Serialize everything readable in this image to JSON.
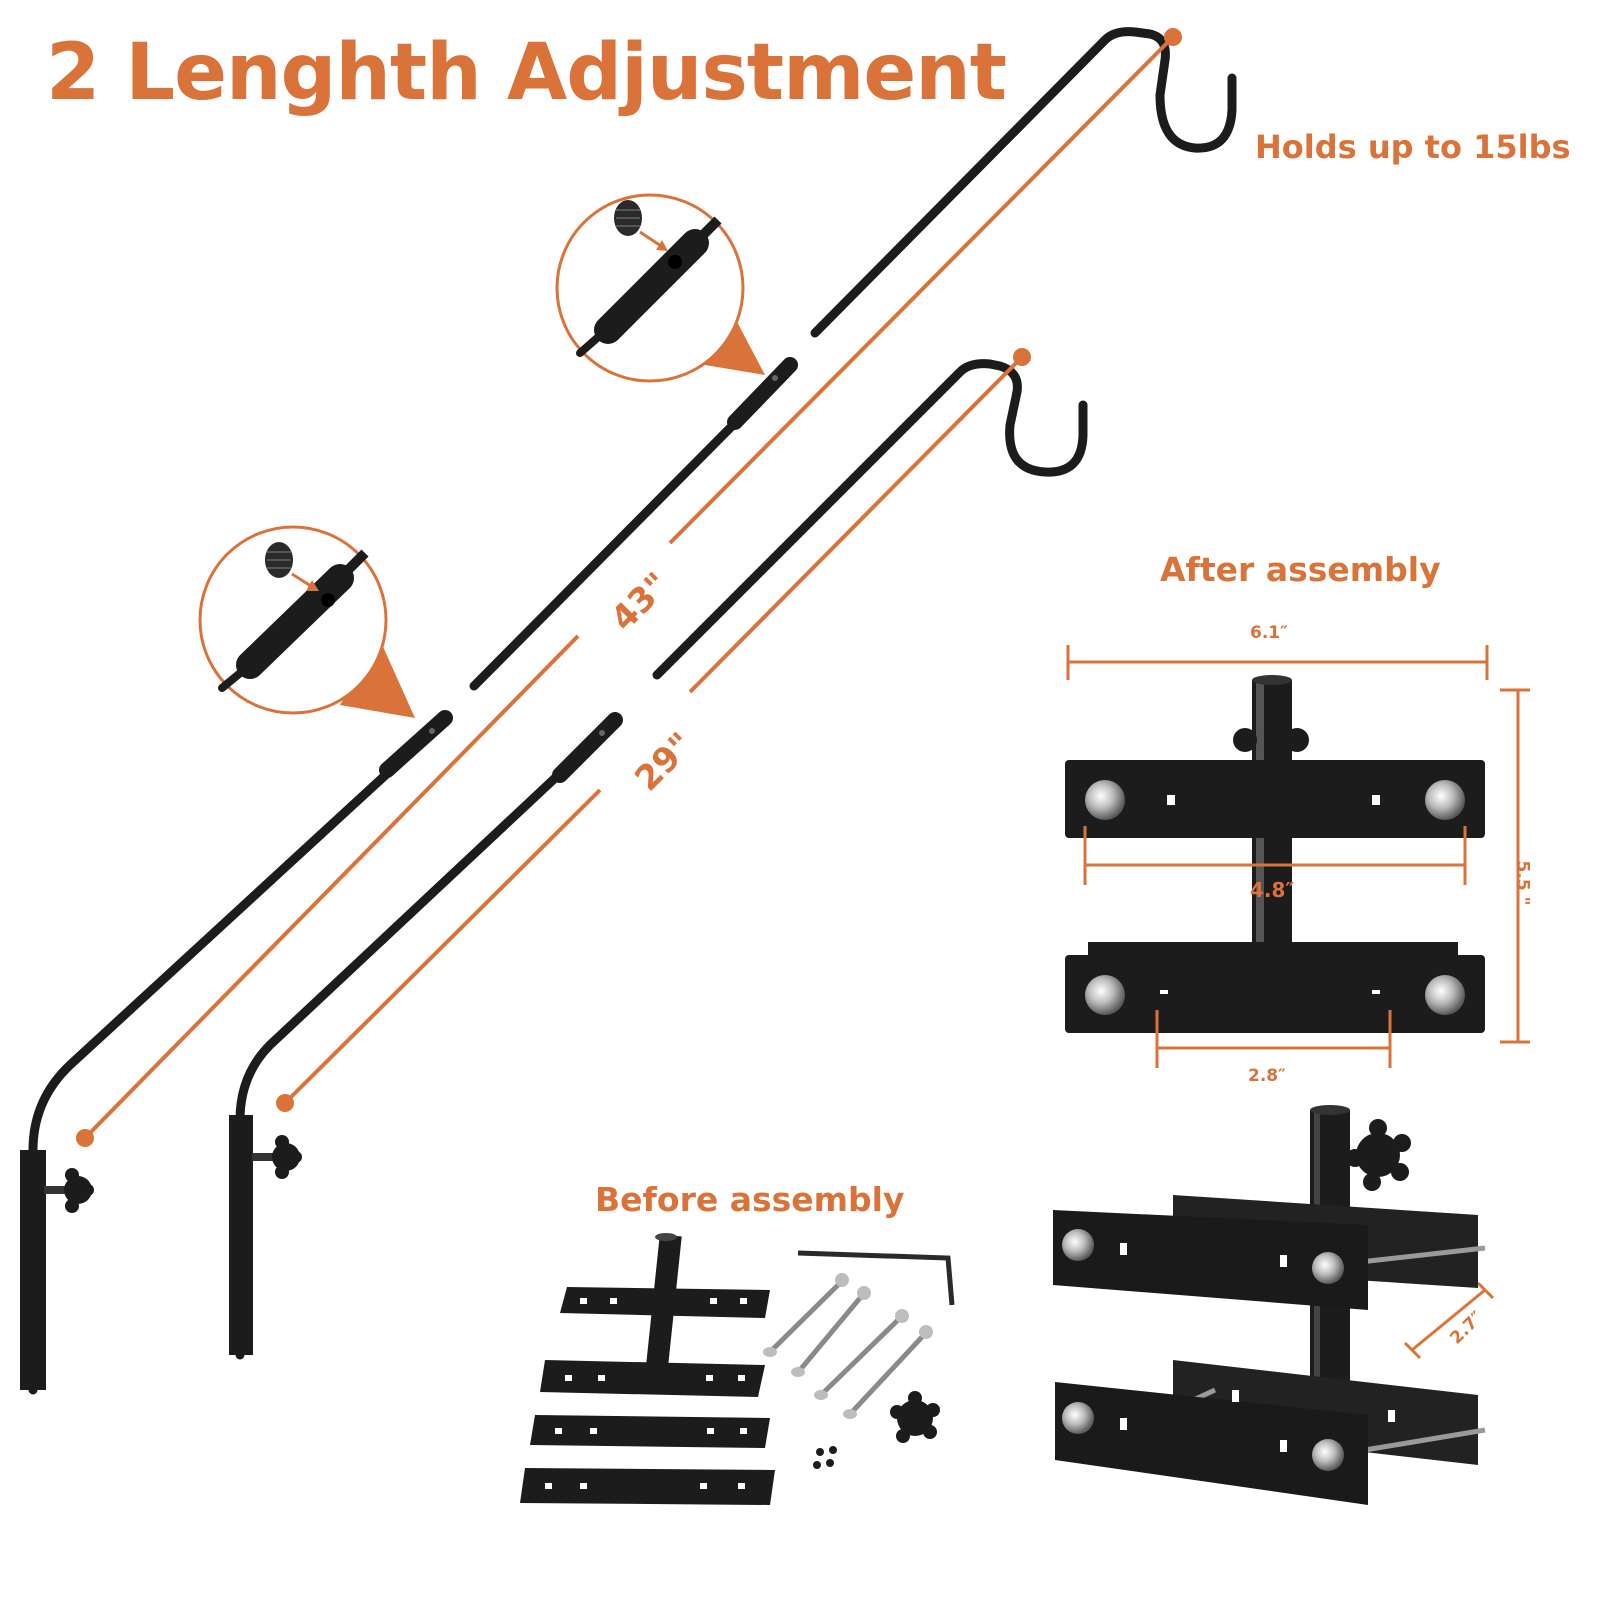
{
  "title": "2 Lenghth Adjustment",
  "capacity_label": "Holds up to 15lbs",
  "long_pole_length": "43\"",
  "short_pole_length": "29\"",
  "after_assembly_label": "After assembly",
  "before_assembly_label": "Before assembly",
  "dimensions": {
    "bracket_width": "6.1″",
    "inner_width": "4.8″",
    "bracket_height": "5.5 \"",
    "hole_spacing": "2.8″",
    "depth": "2.7″"
  },
  "colors": {
    "accent": "#d9733a",
    "metal": "#1c1c1c"
  }
}
